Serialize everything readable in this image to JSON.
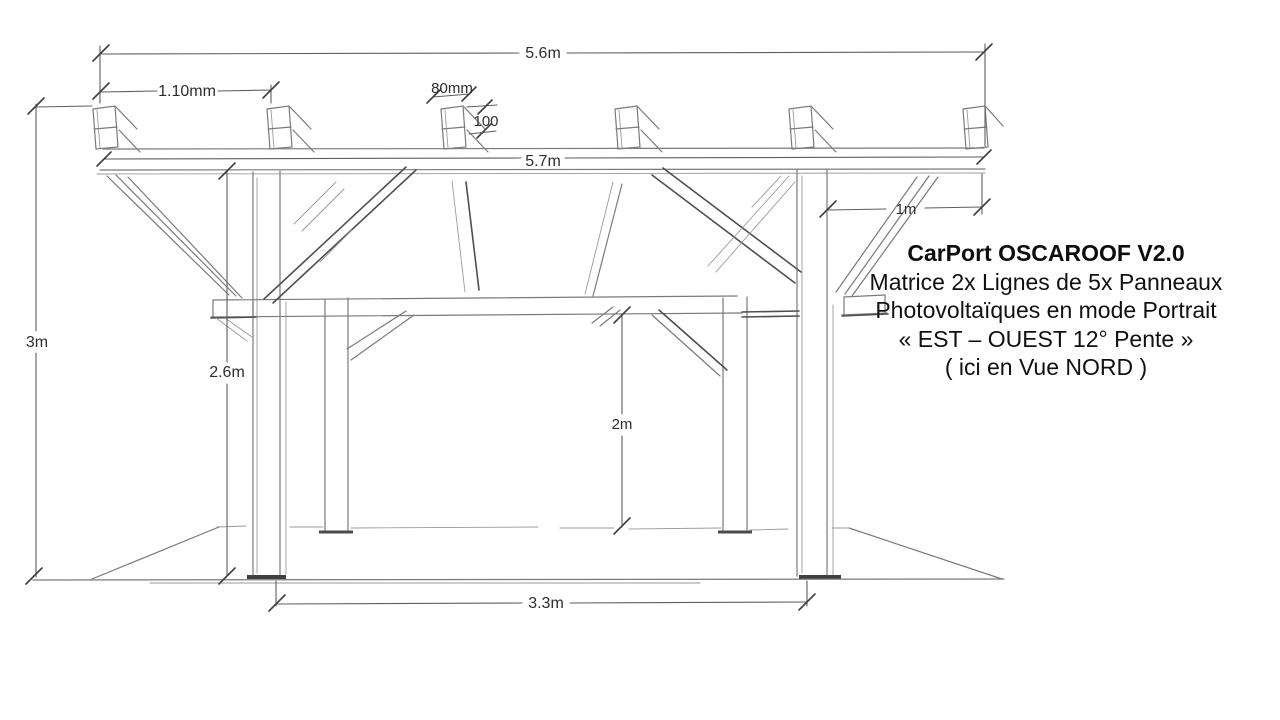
{
  "title_block": {
    "product_name": "CarPort OSCAROOF V2.0",
    "description_line1": "Matrice 2x Lignes de 5x Panneaux",
    "description_line2": "Photovoltaïques en mode Portrait",
    "orientation_note": "« EST – OUEST 12° Pente »",
    "view_note": "( ici en Vue NORD )"
  },
  "dimensions": {
    "roof_overall_width": "5.6m",
    "purlin_spacing": "1.10mm",
    "purlin_width": "80mm",
    "purlin_height": "100",
    "beam_length": "5.7m",
    "right_overhang": "1m",
    "total_height": "3m",
    "clearance_height": "2.6m",
    "rear_clearance_height": "2m",
    "post_spacing": "3.3m"
  },
  "style": {
    "background_color": "#ffffff",
    "sketch_line_color": "#7a7a7a",
    "dark_line_color": "#4f4f4f",
    "dimension_line_color": "#5f5f5f",
    "text_color": "#1a1a1a"
  }
}
